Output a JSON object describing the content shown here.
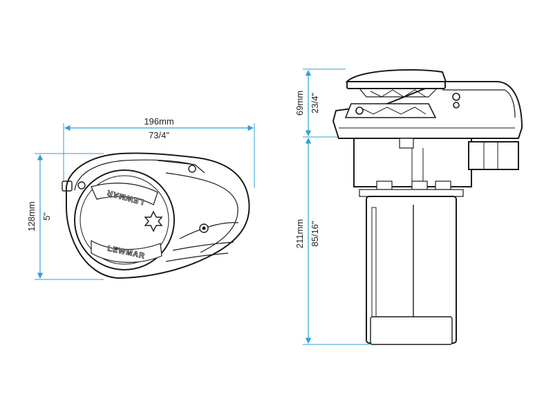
{
  "colors": {
    "dimension_line": "#2e9fd8",
    "outline": "#1a1a1a",
    "background": "#ffffff"
  },
  "top_view": {
    "width_mm": "196mm",
    "width_in": "73/4\"",
    "height_mm": "128mm",
    "height_in": "5\"",
    "brand": "LEWMAR"
  },
  "side_view": {
    "upper_mm": "69mm",
    "upper_in": "23/4\"",
    "lower_mm": "211mm",
    "lower_in": "85/16\""
  }
}
